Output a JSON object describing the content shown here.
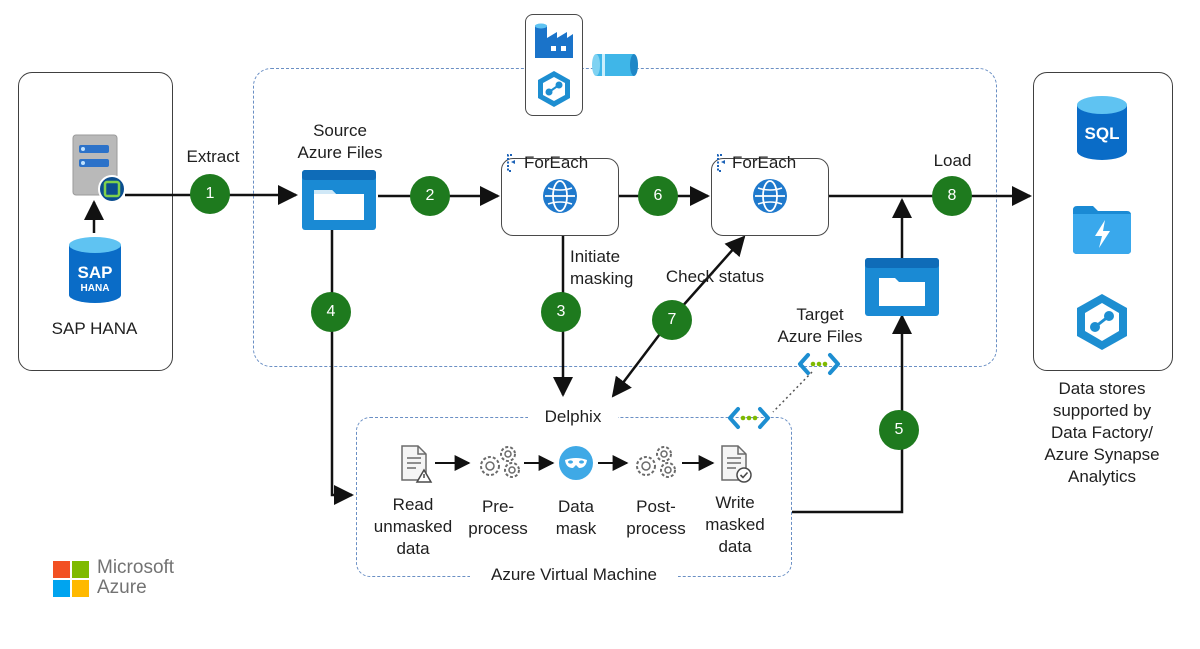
{
  "sap": {
    "label": "SAP HANA",
    "logo_top": "SAP",
    "logo_bottom": "HANA"
  },
  "source": {
    "label_line1": "Source",
    "label_line2": "Azure Files"
  },
  "target": {
    "label_line1": "Target",
    "label_line2": "Azure Files"
  },
  "labels": {
    "extract": "Extract",
    "initiate_line1": "Initiate",
    "initiate_line2": "masking",
    "check_status": "Check status",
    "load": "Load"
  },
  "foreach1": "ForEach",
  "foreach2": "ForEach",
  "steps": [
    "1",
    "2",
    "3",
    "4",
    "5",
    "6",
    "7",
    "8"
  ],
  "delphix": {
    "title": "Delphix",
    "vm_label": "Azure Virtual Machine"
  },
  "pipeline": [
    {
      "line1": "Read",
      "line2": "unmasked",
      "line3": "data",
      "icon": "document-warning-icon"
    },
    {
      "line1": "Pre-",
      "line2": "process",
      "line3": "",
      "icon": "gears-icon"
    },
    {
      "line1": "Data",
      "line2": "mask",
      "line3": "",
      "icon": "mask-icon"
    },
    {
      "line1": "Post-",
      "line2": "process",
      "line3": "",
      "icon": "gears-icon"
    },
    {
      "line1": "Write",
      "line2": "masked",
      "line3": "data",
      "icon": "document-check-icon"
    }
  ],
  "datastores": {
    "sql_label": "SQL",
    "line1": "Data stores",
    "line2": "supported by",
    "line3": "Data Factory/",
    "line4": "Azure Synapse",
    "line5": "Analytics"
  },
  "brand": {
    "line1": "Microsoft",
    "line2": "Azure"
  },
  "colors": {
    "step_badge": "#1e7a1e",
    "azure_blue": "#0078d4",
    "light_blue": "#50b4e8",
    "dash_border": "#6a8fc4",
    "ms_red": "#f25022",
    "ms_green": "#7fba00",
    "ms_blue": "#00a4ef",
    "ms_yellow": "#ffb900"
  }
}
